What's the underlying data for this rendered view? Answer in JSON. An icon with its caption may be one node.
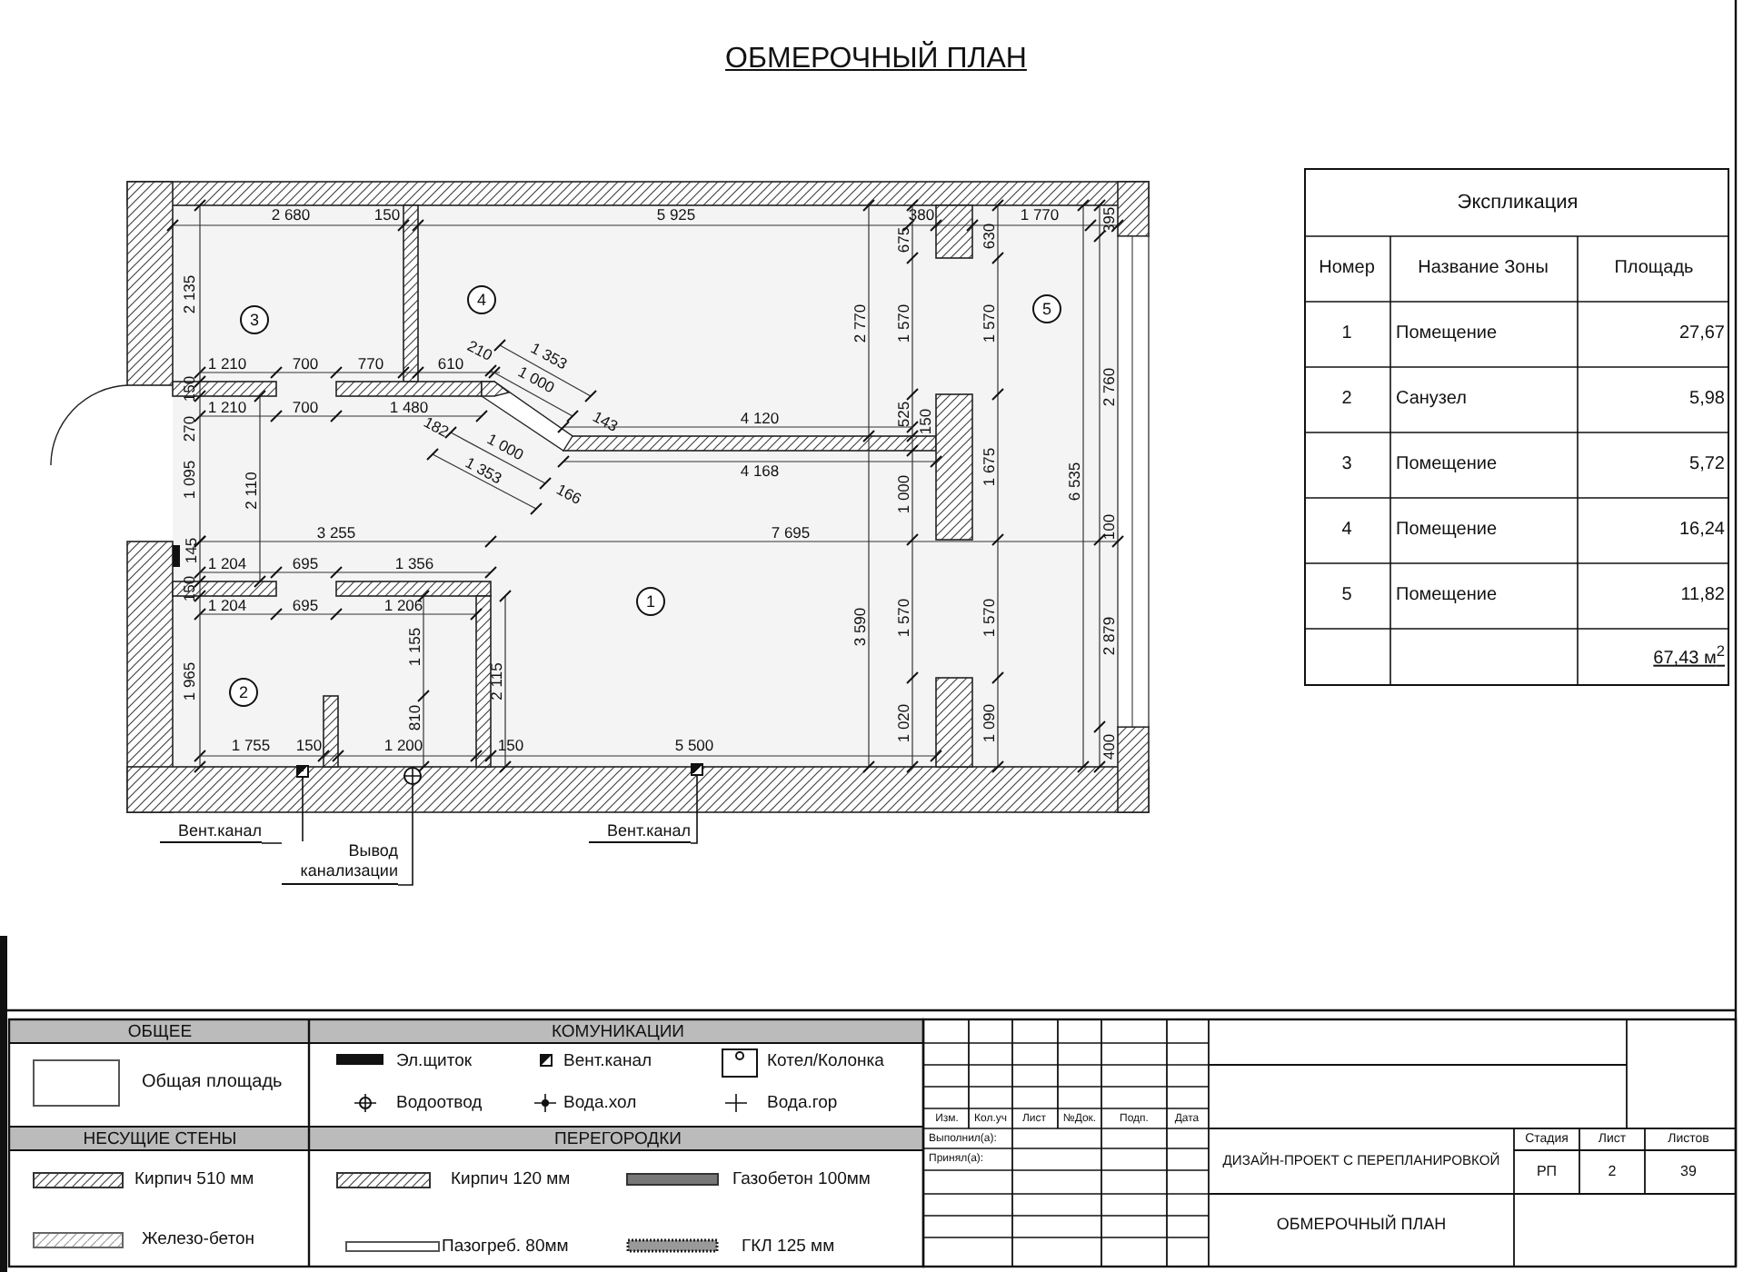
{
  "diagram": {
    "title": "ОБМЕРОЧНЫЙ ПЛАН",
    "nodes": [
      {
        "text": [
          "3"
        ]
      },
      {
        "text": [
          "4"
        ]
      },
      {
        "text": [
          "5"
        ]
      },
      {
        "text": [
          "1"
        ]
      },
      {
        "text": [
          "2"
        ]
      },
      {
        "text": [
          "Вент.канал"
        ]
      },
      {
        "text": [],
        "shape": "box"
      },
      {
        "text": [
          "Вывод канализации"
        ]
      },
      {
        "text": [],
        "shape": "circle"
      },
      {
        "text": [
          "Вент.канал"
        ]
      },
      {
        "text": [],
        "shape": "box"
      }
    ],
    "edges": [
      {
        "from": 5,
        "to": 6,
        "arrow": "none"
      },
      {
        "from": 7,
        "to": 8,
        "arrow": "none"
      },
      {
        "from": 9,
        "to": 10,
        "arrow": "none"
      }
    ],
    "labels": [
      "2 680",
      "150",
      "5 925",
      "675",
      "380",
      "630",
      "1 770",
      "395",
      "2 135",
      "2 770",
      "1 570",
      "1 570",
      "2 760",
      "150",
      "1 210",
      "700",
      "770",
      "610",
      "210",
      "1 353",
      "1 000",
      "1 210",
      "700",
      "1 480",
      "182",
      "143",
      "4 120",
      "525",
      "150",
      "1 000",
      "1 353",
      "166",
      "4 168",
      "270",
      "1 095",
      "2 110",
      "1 000",
      "1 675",
      "6 535",
      "100",
      "145",
      "3 255",
      "7 695",
      "1 204",
      "695",
      "1 356",
      "3 590",
      "1 570",
      "1 570",
      "2 879",
      "150",
      "1 204",
      "695",
      "1 206",
      "1 965",
      "1 155",
      "2 115",
      "810",
      "1 755",
      "150",
      "1 200",
      "150",
      "5 500",
      "1 020",
      "1 090",
      "400",
      "Экспликация",
      "Номер",
      "Название Зоны",
      "Площадь",
      "1",
      "Помещение",
      "27,67",
      "2",
      "Санузел",
      "5,98",
      "3",
      "Помещение",
      "5,72",
      "4",
      "Помещение",
      "16,24",
      "5",
      "Помещение",
      "11,82",
      "67,43 м$^{2}$",
      "ОБЩЕЕ",
      "КОМУНИКАЦИИ",
      "НЕСУЩИЕ СТЕНЫ",
      "ПЕРЕГОРОДКИ",
      "Изм.",
      "Кол.уч",
      "Лист",
      "№Док.",
      "Подп.",
      "Дата",
      "Выполнил(а):",
      "Принял(а):",
      "ДИЗАЙН-ПРОЕКТ С ПЕРЕПЛАНИРОВКОЙ",
      "Стадия",
      "Лист",
      "Листов",
      "РП",
      "2",
      "39",
      "ОБМЕРОЧНЫЙ ПЛАН"
    ],
    "legend": [
      {
        "text": "Общая площадь"
      },
      {
        "text": "Эл.щиток"
      },
      {
        "text": "Вент.канал"
      },
      {
        "text": "Котел/Колонка"
      },
      {
        "text": "Водоотвод"
      },
      {
        "text": "Вода.хол"
      },
      {
        "text": "Вода.гор"
      },
      {
        "text": "Кирпич 510 мм"
      },
      {
        "text": "Железо-бетон"
      },
      {
        "text": "Кирпич 120 мм"
      },
      {
        "text": "Газобетон 100мм"
      },
      {
        "text": "Пазогреб. 80мм"
      },
      {
        "text": "ГКЛ 125 мм"
      }
    ]
  }
}
